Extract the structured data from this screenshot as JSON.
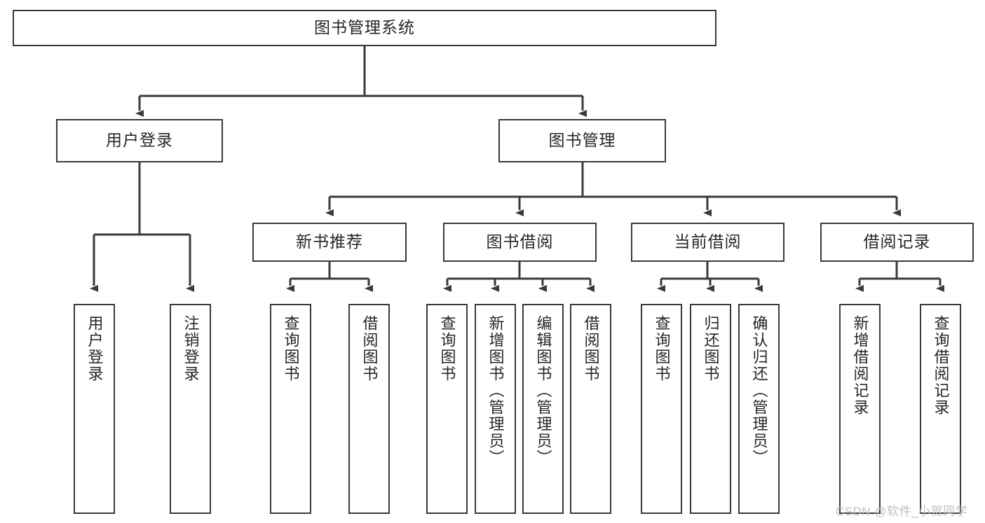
{
  "diagram": {
    "type": "tree-hierarchy",
    "title": "图书管理系统",
    "orientation": "top-down",
    "colors": {
      "box_border": "#3a3a3a",
      "box_fill": "#ffffff",
      "line": "#3a3a3a",
      "text": "#262626",
      "watermark": "#bfbfbf"
    },
    "root": {
      "label": "图书管理系统"
    },
    "level2": [
      {
        "label": "用户登录"
      },
      {
        "label": "图书管理"
      }
    ],
    "level3": [
      {
        "label": "新书推荐"
      },
      {
        "label": "图书借阅"
      },
      {
        "label": "当前借阅"
      },
      {
        "label": "借阅记录"
      }
    ],
    "leaves": {
      "user_login": [
        {
          "label": "用户登录"
        },
        {
          "label": "注销登录"
        }
      ],
      "new_book_recommend": [
        {
          "label": "查询图书"
        },
        {
          "label": "借阅图书"
        }
      ],
      "book_borrow": [
        {
          "label": "查询图书"
        },
        {
          "label": "新增图书（管理员）"
        },
        {
          "label": "编辑图书（管理员）"
        },
        {
          "label": "借阅图书"
        }
      ],
      "current_borrow": [
        {
          "label": "查询图书"
        },
        {
          "label": "归还图书"
        },
        {
          "label": "确认归还（管理员）"
        }
      ],
      "borrow_record": [
        {
          "label": "新增借阅记录"
        },
        {
          "label": "查询借阅记录"
        }
      ]
    }
  },
  "watermark": {
    "text": "CSDN @软件_小贺同学"
  }
}
